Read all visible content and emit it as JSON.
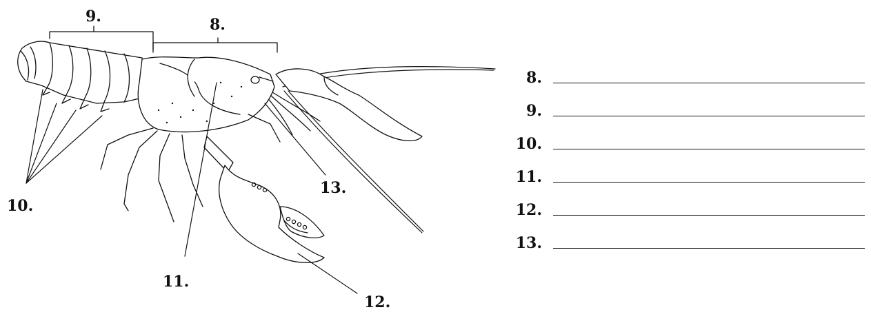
{
  "diagram": {
    "callouts": [
      {
        "id": "n9",
        "text": "9."
      },
      {
        "id": "n8",
        "text": "8."
      },
      {
        "id": "n10",
        "text": "10."
      },
      {
        "id": "n11",
        "text": "11."
      },
      {
        "id": "n12",
        "text": "12."
      },
      {
        "id": "n13",
        "text": "13."
      }
    ]
  },
  "answer_key": {
    "rows": [
      {
        "label": "8.",
        "value": ""
      },
      {
        "label": "9.",
        "value": ""
      },
      {
        "label": "10.",
        "value": ""
      },
      {
        "label": "11.",
        "value": ""
      },
      {
        "label": "12.",
        "value": ""
      },
      {
        "label": "13.",
        "value": ""
      }
    ]
  }
}
